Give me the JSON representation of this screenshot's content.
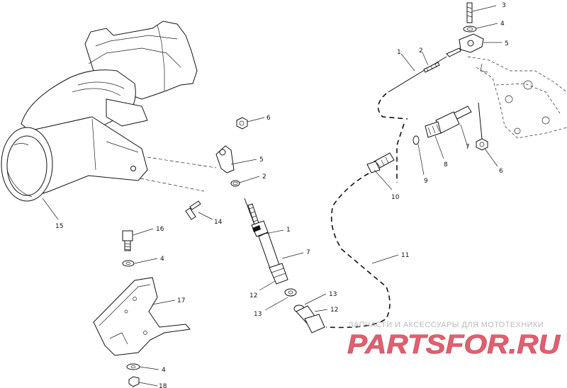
{
  "callouts": [
    {
      "id": "c3a",
      "label": "3"
    },
    {
      "id": "c4a",
      "label": "4"
    },
    {
      "id": "c5a",
      "label": "5"
    },
    {
      "id": "c1a",
      "label": "1"
    },
    {
      "id": "c2a",
      "label": "2"
    },
    {
      "id": "c6a",
      "label": "6"
    },
    {
      "id": "c5b",
      "label": "5"
    },
    {
      "id": "c2b",
      "label": "2"
    },
    {
      "id": "c14",
      "label": "14"
    },
    {
      "id": "c15",
      "label": "15"
    },
    {
      "id": "c16",
      "label": "16"
    },
    {
      "id": "c4b",
      "label": "4"
    },
    {
      "id": "c17",
      "label": "17"
    },
    {
      "id": "c4c",
      "label": "4"
    },
    {
      "id": "c18",
      "label": "18"
    },
    {
      "id": "c1b",
      "label": "1"
    },
    {
      "id": "c7a",
      "label": "7"
    },
    {
      "id": "c12a",
      "label": "12"
    },
    {
      "id": "c13a",
      "label": "13"
    },
    {
      "id": "c13b",
      "label": "13"
    },
    {
      "id": "c12b",
      "label": "12"
    },
    {
      "id": "c11",
      "label": "11"
    },
    {
      "id": "c10",
      "label": "10"
    },
    {
      "id": "c9",
      "label": "9"
    },
    {
      "id": "c8",
      "label": "8"
    },
    {
      "id": "c7b",
      "label": "7"
    },
    {
      "id": "c6b",
      "label": "6"
    }
  ],
  "watermark": {
    "tagline": "ЗАПЧАСТИ И АКСЕССУАРЫ ДЛЯ МОТОТЕХНИКИ",
    "logo_text": "PARTSFOR.RU",
    "logo_color": "#e06070"
  }
}
